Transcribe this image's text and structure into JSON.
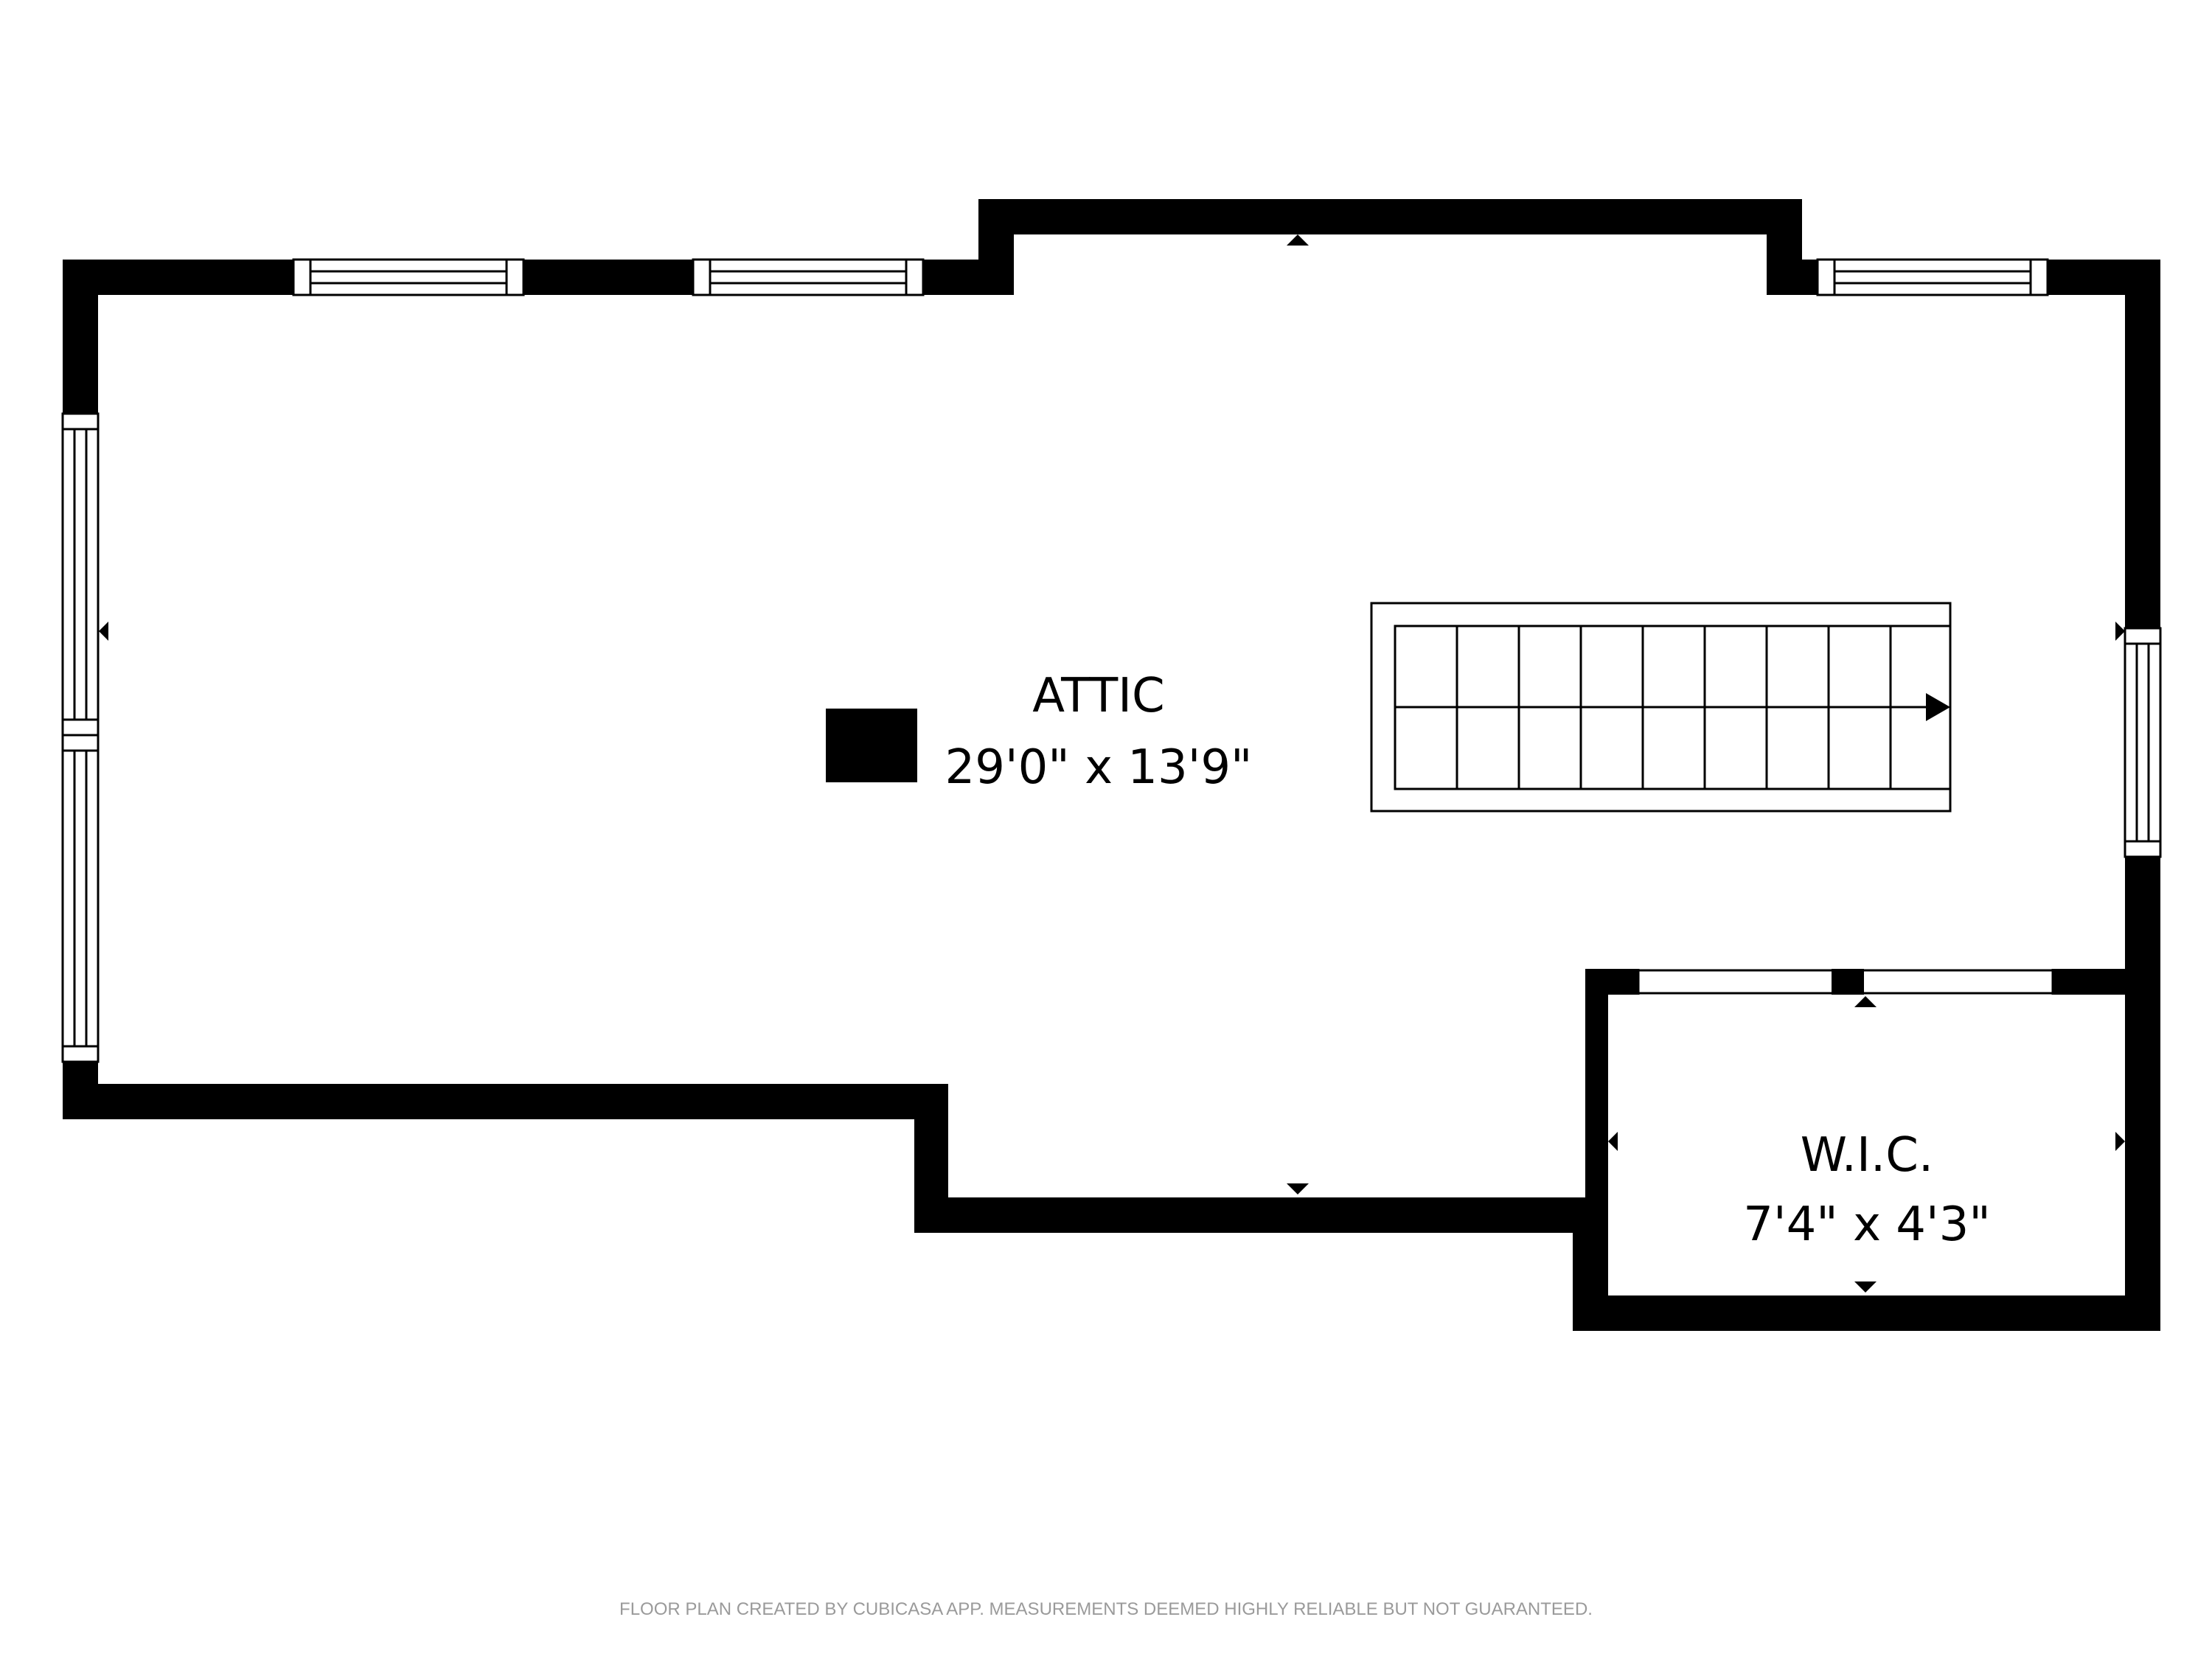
{
  "rooms": [
    {
      "name": "ATTIC",
      "dimensions": "29'0\" x 13'9\""
    },
    {
      "name": "W.I.C.",
      "dimensions": "7'4\" x 4'3\""
    }
  ],
  "footer": "FLOOR PLAN CREATED BY CUBICASA APP. MEASUREMENTS DEEMED HIGHLY RELIABLE BUT NOT GUARANTEED.",
  "colors": {
    "wall": "#000000",
    "background": "#ffffff",
    "footer_text": "#9a9a9a"
  }
}
